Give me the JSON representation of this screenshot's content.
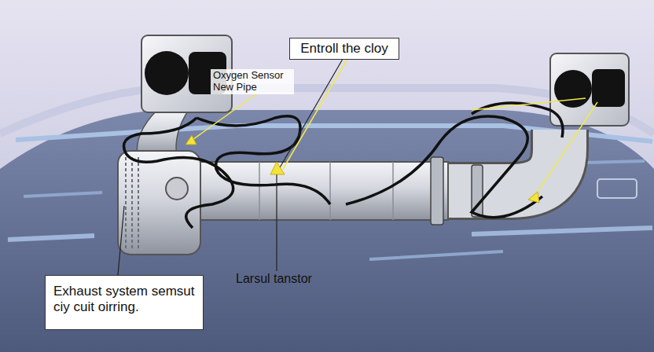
{
  "diagram": {
    "nodes": [
      {
        "text": [
          "Entroll the cloy"
        ]
      },
      {
        "text": [
          "Exhaust system semsut ciy cuit oirring."
        ]
      }
    ],
    "labels": [
      "Oxygen Sensor New Pipe",
      "Larsul tanstor"
    ]
  }
}
